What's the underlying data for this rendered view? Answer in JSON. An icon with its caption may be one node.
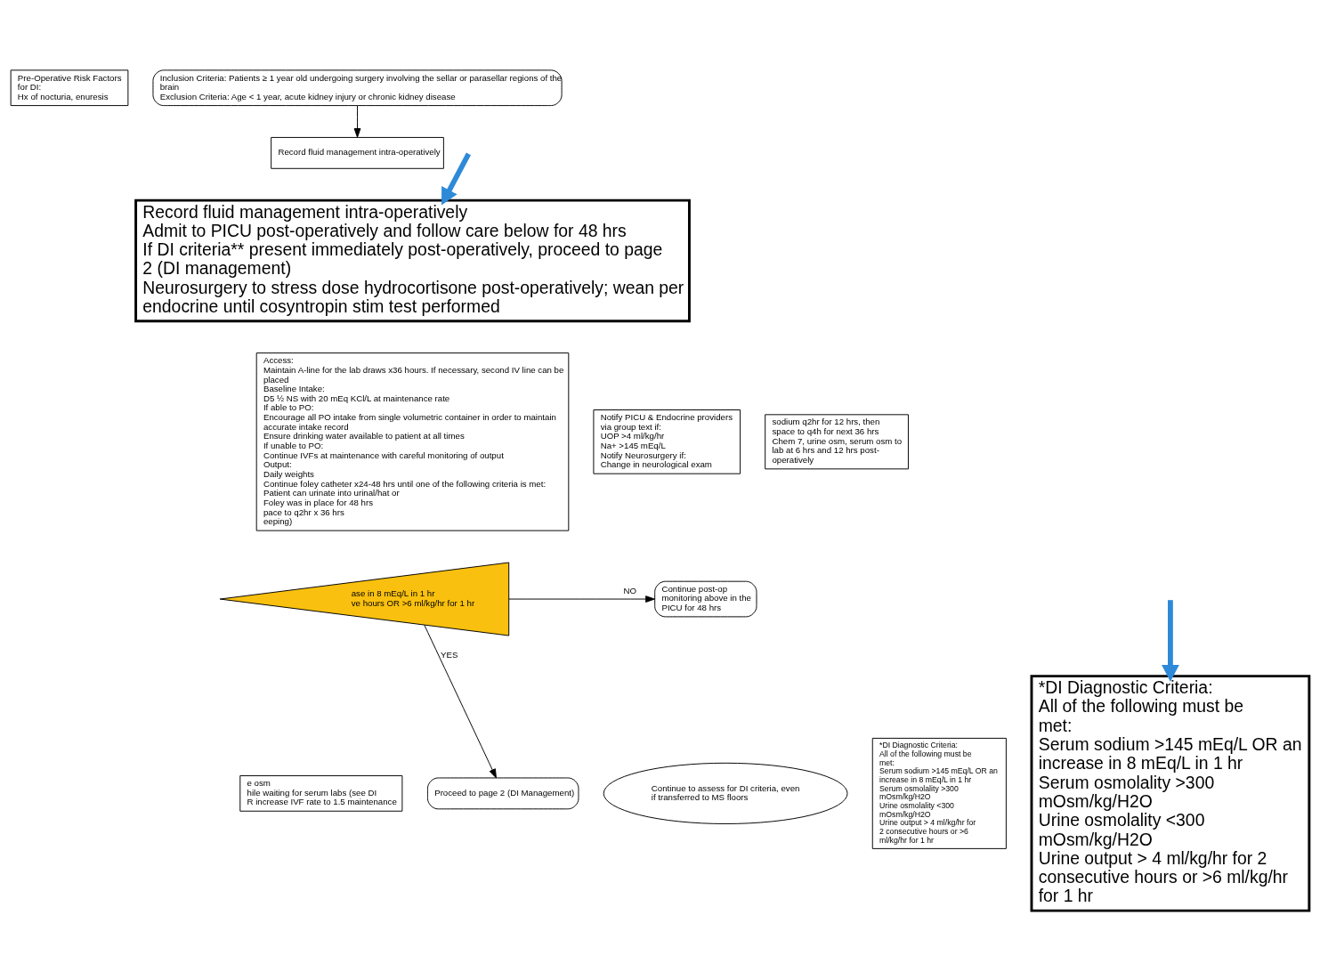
{
  "diagram": {
    "nodes": [
      {
        "text": [
          "Pre-Operative Risk Factors for DI:",
          "Hx of nocturia, enuresis"
        ]
      },
      {
        "text": [
          "Inclusion Criteria: Patients ≥ 1 year old undergoing surgery involving the sellar or parasellar regions of the brain",
          "Exclusion Criteria: Age < 1 year, acute kidney injury or chronic kidney disease"
        ]
      },
      {
        "text": [
          "Record fluid management intra-operatively"
        ]
      },
      {
        "text": [
          "Record fluid management intra-operatively",
          "Admit to PICU post-operatively and follow care below for 48 hrs",
          "If DI criteria** present immediately post-operatively, proceed to page 2 (DI management)",
          "Neurosurgery to stress dose hydrocortisone post-operatively; wean per endocrine until cosyntropin stim test performed"
        ]
      },
      {
        "text": [
          "Notify PICU & Endocrine providers via group text if:",
          "UOP >4 ml/kg/hr",
          "Na+ >145 mEq/L",
          "Notify Neurosurgery if:",
          "Change in neurological exam"
        ]
      },
      {
        "text": [
          "Access:",
          "Maintain A-line for the lab draws x36 hours. If necessary, second IV line can be placed",
          "Baseline Intake:",
          "D5 ½ NS with 20 mEq KCl/L at maintenance rate",
          "If able to PO:",
          "Encourage all PO intake from single volumetric container in order to maintain accurate intake record",
          "Ensure drinking water available to patient at all times",
          "If unable to PO:",
          "Continue IVFs at maintenance with careful monitoring of output",
          "Output:",
          "Daily weights",
          "Continue foley catheter x24-48 hrs until one of the following criteria is met:",
          "Patient can urinate into urinal/hat or",
          "Foley was in place for 48 hrs",
          "pace to q2hr x 36 hrs",
          "eeping)"
        ]
      },
      {
        "text": [
          "sodium q2hr for 12 hrs, then space to q4h for next 36 hrs",
          "Chem 7, urine osm, serum osm to lab at 6 hrs and 12 hrs post-operatively"
        ]
      },
      {
        "text": [
          "ase in 8 mEq/L in 1 hr",
          "ve hours OR >6 ml/kg/hr for 1 hr"
        ]
      },
      {
        "text": [
          "Continue post-op monitoring above in the PICU for 48 hrs"
        ]
      },
      {
        "text": [
          "e osm",
          "hile waiting for serum labs (see DI",
          "R increase IVF rate to 1.5 maintenance"
        ]
      },
      {
        "text": [
          "Continue to assess for DI criteria, even if transferred to MS floors"
        ]
      },
      {
        "text": [
          "Proceed to page 2 (DI Management)"
        ]
      },
      {
        "text": [
          "*DI Diagnostic Criteria:",
          "All of the following must be met:",
          "Serum sodium >145 mEq/L OR an increase in 8 mEq/L in 1 hr",
          "Serum osmolality >300 mOsm/kg/H2O",
          "Urine osmolality <300 mOsm/kg/H2O",
          "Urine output > 4 ml/kg/hr for 2 consecutive hours or >6 ml/kg/hr for 1 hr"
        ]
      },
      {
        "text": [
          "*DI Diagnostic Criteria:",
          "All of the following must be met:",
          "Serum sodium >145 mEq/L OR an increase in 8 mEq/L in 1 hr",
          "Serum osmolality >300 mOsm/kg/H2O",
          "Urine osmolality <300 mOsm/kg/H2O",
          "Urine output > 4 ml/kg/hr for 2 consecutive hours or >6 ml/kg/hr for 1 hr"
        ]
      }
    ],
    "edges": [
      {
        "from": 1,
        "to": 2,
        "arrow": "to"
      },
      {
        "from": null,
        "to": 3,
        "arrow": "to",
        "style": "thick",
        "color": "#2e8ad8"
      },
      {
        "from": 7,
        "to": 8,
        "label": "NO",
        "arrow": "to"
      },
      {
        "from": 7,
        "to": 11,
        "label": "YES",
        "arrow": "to"
      },
      {
        "from": null,
        "to": 13,
        "arrow": "to",
        "style": "thick",
        "color": "#2e8ad8"
      }
    ]
  }
}
